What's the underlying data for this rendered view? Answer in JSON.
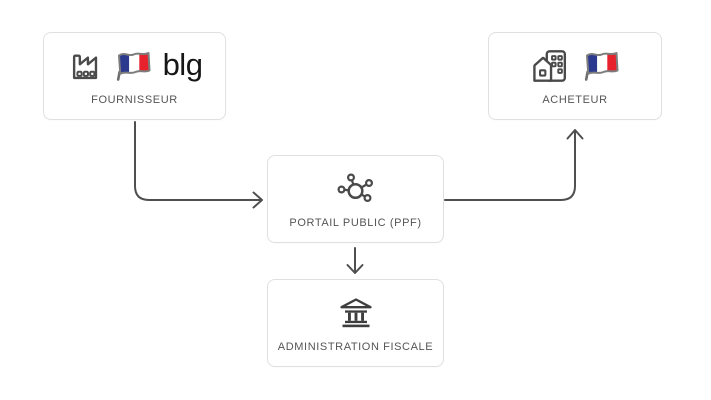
{
  "nodes": {
    "fournisseur": {
      "label": "FOURNISSEUR",
      "icons": [
        "factory-icon",
        "france-flag-icon"
      ],
      "logo": "blg"
    },
    "acheteur": {
      "label": "ACHETEUR",
      "icons": [
        "office-building-icon",
        "france-flag-icon"
      ]
    },
    "portail_public": {
      "label": "PORTAIL PUBLIC (PPF)",
      "icons": [
        "network-hub-icon"
      ]
    },
    "administration_fiscale": {
      "label": "ADMINISTRATION FISCALE",
      "icons": [
        "bank-icon"
      ]
    }
  },
  "edges": [
    {
      "from": "fournisseur",
      "to": "portail_public",
      "type": "arrow"
    },
    {
      "from": "portail_public",
      "to": "acheteur",
      "type": "arrow"
    },
    {
      "from": "portail_public",
      "to": "administration_fiscale",
      "type": "arrow"
    }
  ],
  "colors": {
    "background": "#ffffff",
    "node_background": "#ffffff",
    "node_border": "#e0e0e0",
    "arrow": "#4f4f4f",
    "label_text": "#555555",
    "icon_stroke": "#4a4a4a",
    "bank_icon_fill": "#3e3e3e",
    "logo_text": "#161616",
    "flag_blue": "#2b3a8f",
    "flag_white": "#ffffff",
    "flag_red": "#e8222d",
    "flag_outline": "#7d7d7d"
  }
}
